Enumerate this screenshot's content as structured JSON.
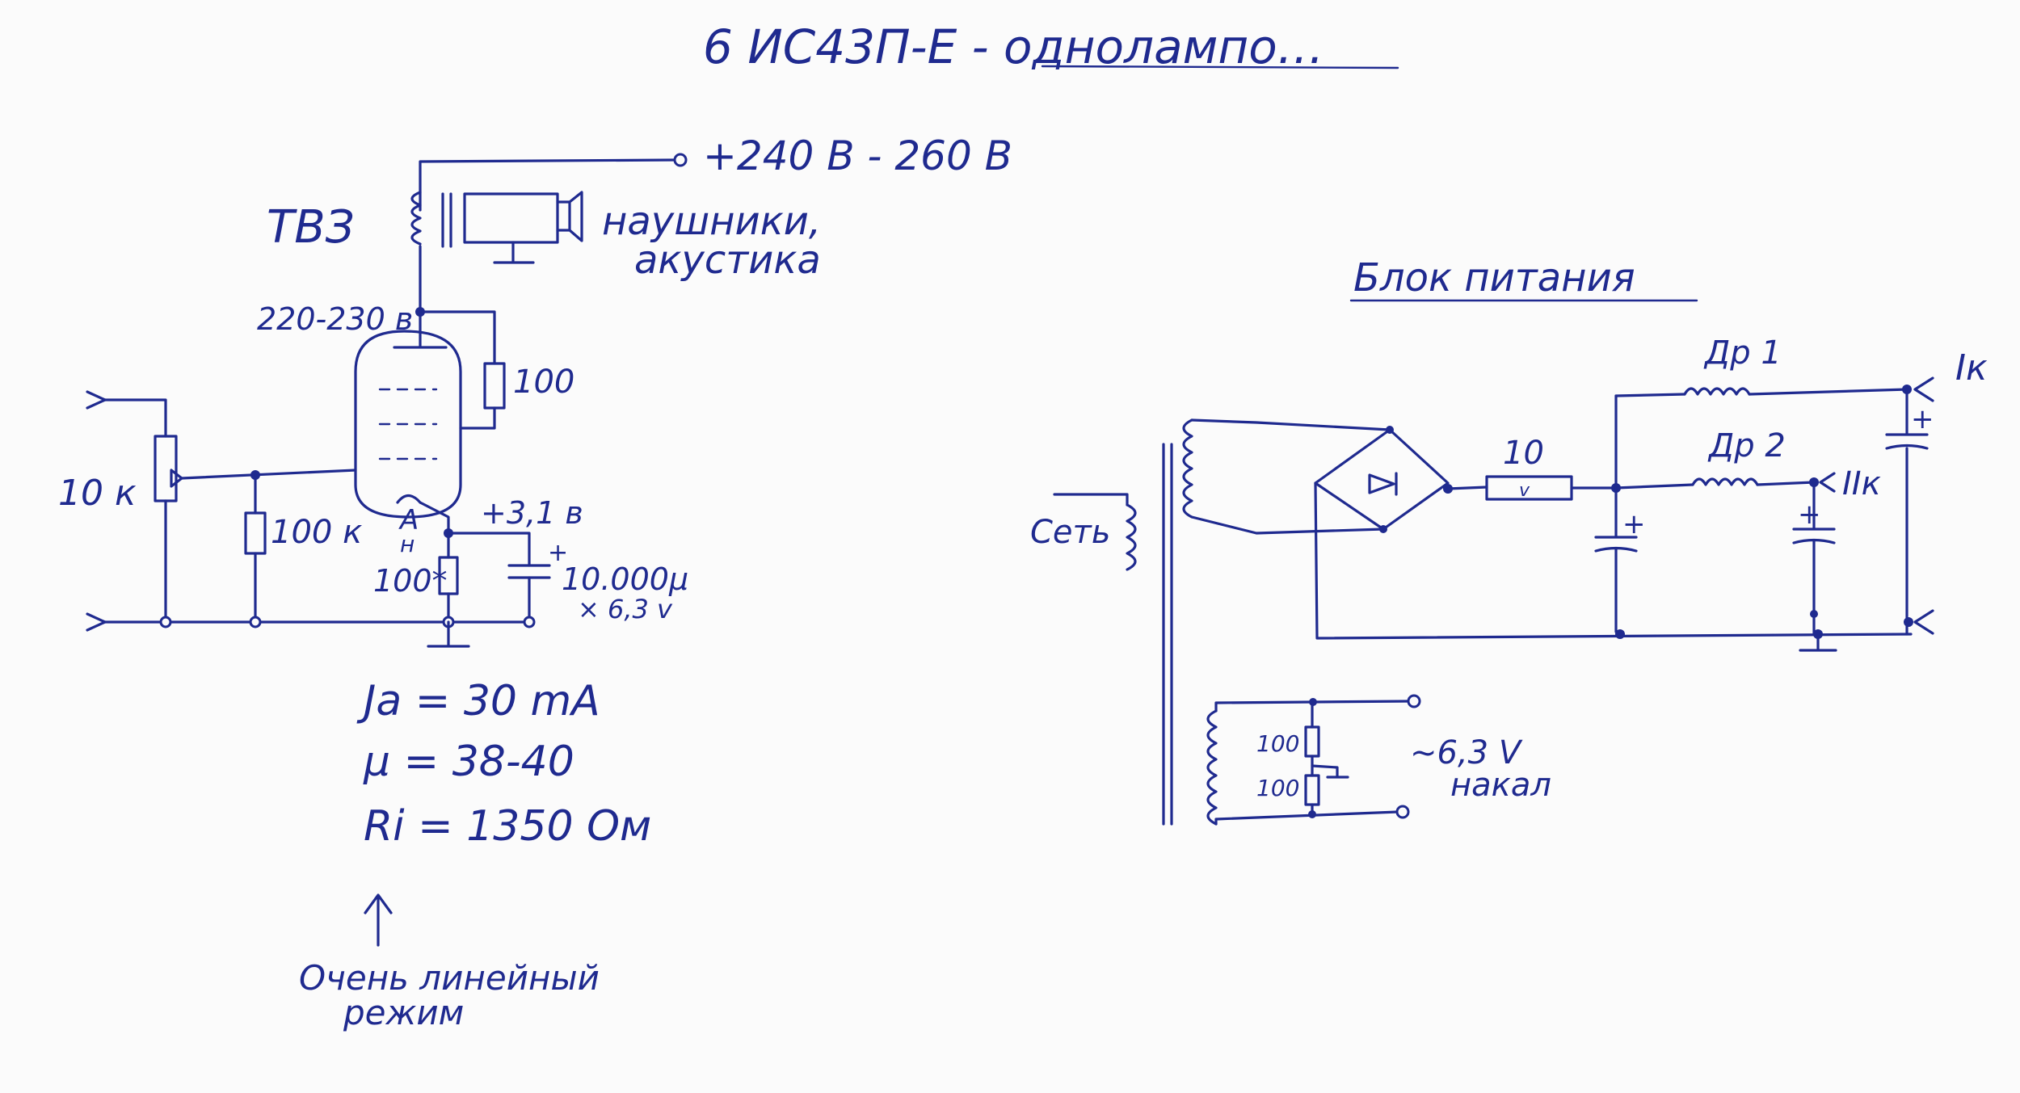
{
  "title": "6 ИС43П-Е  - однолампо…",
  "amp": {
    "supply": "+240 В - 260 В",
    "transformer": "ТВЗ",
    "headphones_line1": "наушники,",
    "headphones_line2": "акустика",
    "anode_voltage": "220-230 в",
    "r_anode": "100",
    "pot": "10 к",
    "r_grid": "100 к",
    "pin_a": "А",
    "pin_h": "н",
    "cathode_voltage": "+3,1 в",
    "r_cathode": "100*",
    "cap_value": "10.000μ",
    "cap_voltage": "× 6,3 v"
  },
  "params": {
    "ia": "Ja = 30 mA",
    "mu": "μ = 38-40",
    "ri": "Ri = 1350 Ом",
    "note_line1": "Очень линейный",
    "note_line2": "режим"
  },
  "psu": {
    "title": "Блок питания",
    "mains": "Сеть",
    "r_series": "10",
    "r_series_unit": "v",
    "choke1": "Др 1",
    "choke2": "Др 2",
    "out1": "Iк",
    "out2": "IIк",
    "plus": "+",
    "heater_r1": "100",
    "heater_r2": "100",
    "heater_voltage": "~6,3 V",
    "heater_label": "накал"
  },
  "colors": {
    "ink": "#1f2a8f",
    "paper": "#fbfbfb"
  }
}
